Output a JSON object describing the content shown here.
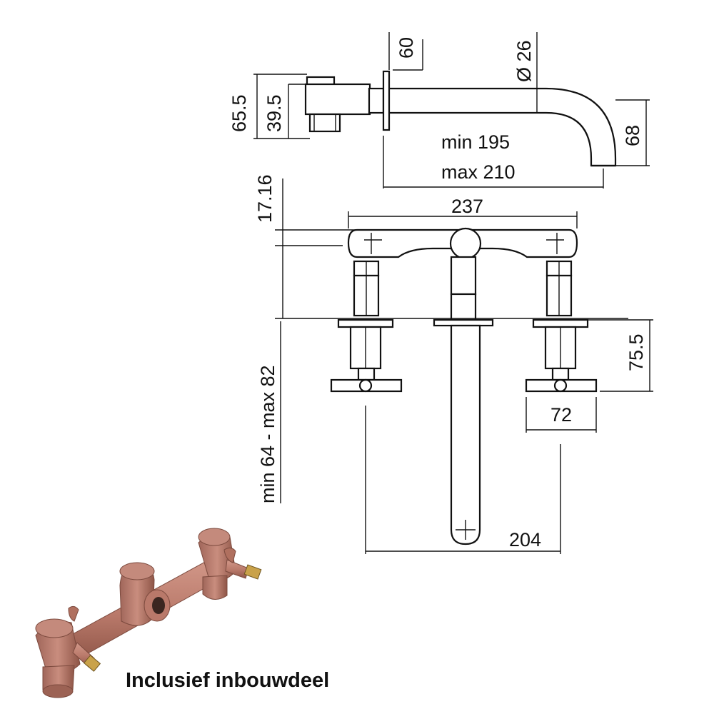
{
  "dimensions": {
    "d60": "60",
    "d26": "Ø 26",
    "d65_5": "65.5",
    "d39_5": "39.5",
    "d68": "68",
    "min195": "min 195",
    "max210": "max 210",
    "d17_16": "17.16",
    "d237": "237",
    "d75_5": "75.5",
    "d72": "72",
    "minmax": "min 64 - max 82",
    "d204": "204"
  },
  "caption": "Inclusief inbouwdeel",
  "colors": {
    "line": "#111111",
    "copper": "#b9796a",
    "copper_dark": "#8e5547",
    "brass": "#c9a24a"
  }
}
